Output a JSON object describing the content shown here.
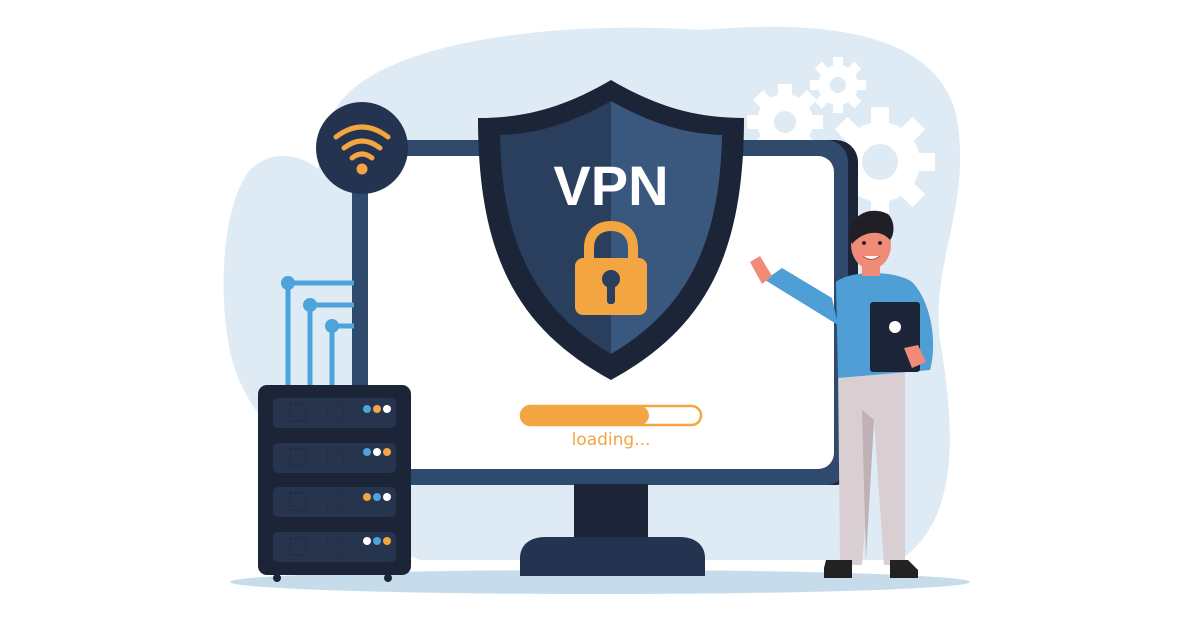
{
  "illustration": {
    "title": "VPN",
    "loading_label": "loading...",
    "progress_percent": 65,
    "icons": [
      "wifi-icon",
      "padlock-icon",
      "gear-icon",
      "server-rack-icon",
      "tablet-icon"
    ],
    "server_rack": {
      "units": [
        {
          "leds": [
            "#4da3dc",
            "#f2a541",
            "#ffffff"
          ]
        },
        {
          "leds": [
            "#4da3dc",
            "#ffffff",
            "#f2a541"
          ]
        },
        {
          "leds": [
            "#f2a541",
            "#4da3dc",
            "#ffffff"
          ]
        },
        {
          "leds": [
            "#ffffff",
            "#4da3dc",
            "#f2a541"
          ]
        }
      ]
    }
  },
  "colors": {
    "background_blob": "#deebf5",
    "monitor_frame": "#2f4a6d",
    "dark_navy": "#1c2438",
    "shield_left": "#2a3e5e",
    "shield_right": "#3a587e",
    "accent_orange": "#f2a541",
    "accent_blue": "#4da3dc",
    "floor_shadow": "#c7dceb",
    "shirt": "#4f9fd6",
    "pants": "#d9cfd2",
    "skin": "#f08b78"
  }
}
